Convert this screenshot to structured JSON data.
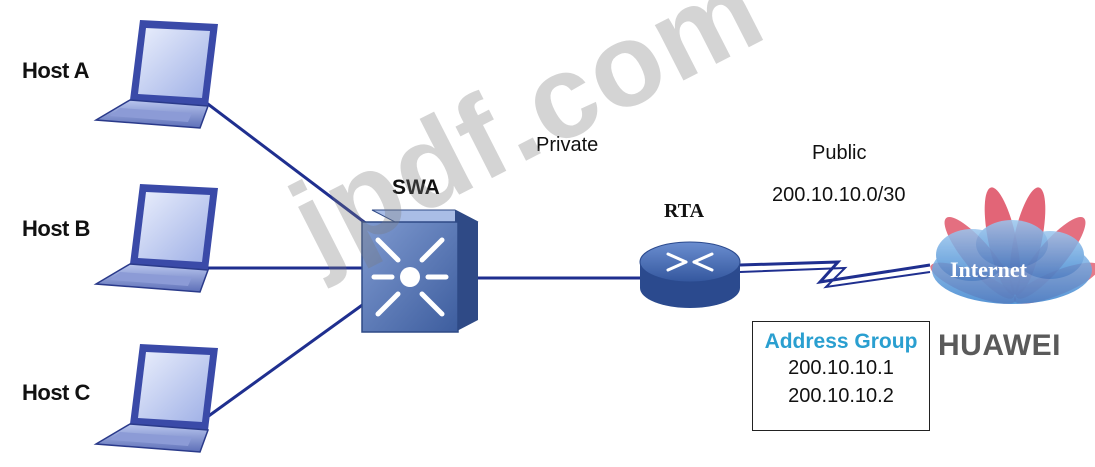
{
  "hosts": [
    {
      "label": "Host A"
    },
    {
      "label": "Host B"
    },
    {
      "label": "Host C"
    }
  ],
  "switch": {
    "label": "SWA"
  },
  "router": {
    "label": "RTA"
  },
  "links": {
    "private_label": "Private",
    "public_label": "Public",
    "public_subnet": "200.10.10.0/30"
  },
  "cloud": {
    "label": "Internet"
  },
  "address_group": {
    "title": "Address Group",
    "addresses": [
      "200.10.10.1",
      "200.10.10.2"
    ]
  },
  "brand": {
    "logo_text": "HUAWEI",
    "logo_color": "#d8324a"
  },
  "watermark": "jpdf.com",
  "colors": {
    "link_line": "#1f2f8f",
    "title_blue": "#2a9fd0",
    "switch_blue": "#4a6fae",
    "router_blue": "#3a5fa8"
  }
}
